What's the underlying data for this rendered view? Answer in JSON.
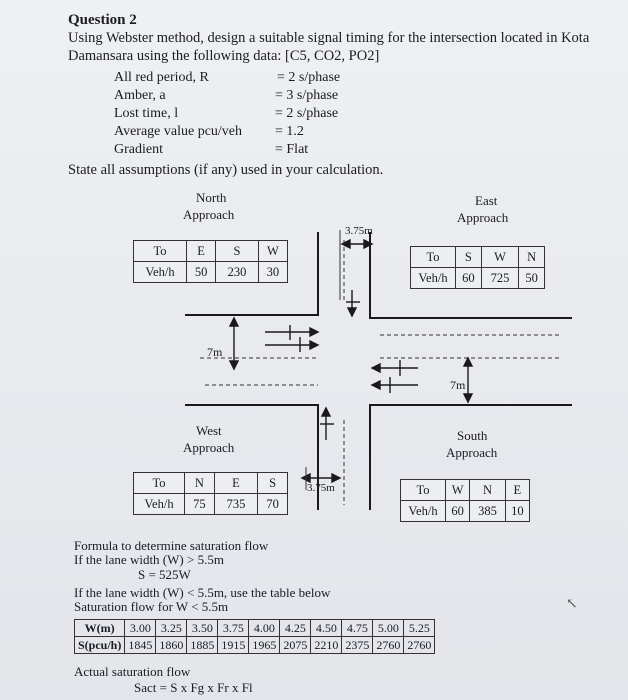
{
  "question": {
    "title": "Question 2",
    "line1": "Using Webster method, design a suitable signal timing for the intersection located in Kota",
    "line2": "Damansara using the following data: [C5, CO2, PO2]",
    "params": [
      {
        "label": "All red period, R",
        "value": "= 2 s/phase"
      },
      {
        "label": "Amber, a",
        "value": "= 3 s/phase"
      },
      {
        "label": "Lost time, l",
        "value": "= 2 s/phase"
      },
      {
        "label": "Average value pcu/veh",
        "value": "= 1.2"
      },
      {
        "label": "Gradient",
        "value": "= Flat"
      }
    ],
    "assumptions": "State all assumptions (if any) used in your calculation."
  },
  "approaches": {
    "north": {
      "title_l1": "North",
      "title_l2": "Approach",
      "head": [
        "To",
        "E",
        "S",
        "W"
      ],
      "row": [
        "Veh/h",
        "50",
        "230",
        "30"
      ]
    },
    "east": {
      "title_l1": "East",
      "title_l2": "Approach",
      "head": [
        "To",
        "S",
        "W",
        "N"
      ],
      "row": [
        "Veh/h",
        "60",
        "725",
        "50"
      ]
    },
    "west": {
      "title_l1": "West",
      "title_l2": "Approach",
      "head": [
        "To",
        "N",
        "E",
        "S"
      ],
      "row": [
        "Veh/h",
        "75",
        "735",
        "70"
      ]
    },
    "south": {
      "title_l1": "South",
      "title_l2": "Approach",
      "head": [
        "To",
        "W",
        "N",
        "E"
      ],
      "row": [
        "Veh/h",
        "60",
        "385",
        "10"
      ]
    }
  },
  "dims": {
    "top_width": "3.75m",
    "bottom_width": "3.75m",
    "left_width": "7m",
    "right_width": "7m"
  },
  "formula": {
    "l1": "Formula to determine saturation flow",
    "l2": "If the lane width (W) > 5.5m",
    "l3": "S = 525W",
    "l4": "If the lane width (W) < 5.5m, use the table below",
    "l5": "Saturation flow for W < 5.5m",
    "w_label": "W(m)",
    "s_label": "S(pcu/h)",
    "w": [
      "3.00",
      "3.25",
      "3.50",
      "3.75",
      "4.00",
      "4.25",
      "4.50",
      "4.75",
      "5.00",
      "5.25"
    ],
    "s": [
      "1845",
      "1860",
      "1885",
      "1915",
      "1965",
      "2075",
      "2210",
      "2375",
      "2760",
      "2760"
    ],
    "actual_title": "Actual saturation flow",
    "actual_formula": "Sact = S x Fg x Fr x Fl"
  }
}
